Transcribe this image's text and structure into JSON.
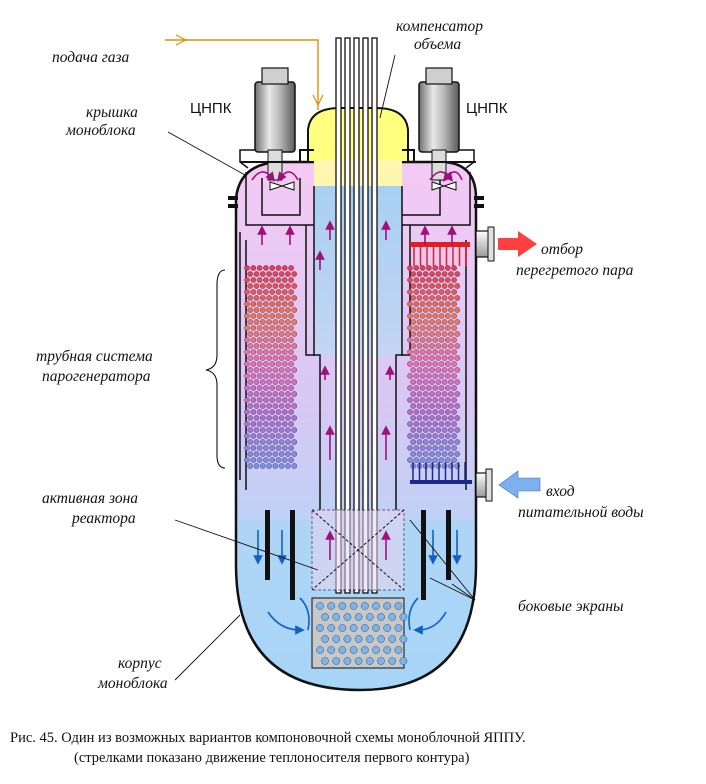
{
  "labels": {
    "gas_supply": "подача  газа",
    "volume_compensator_1": "компенсатор",
    "volume_compensator_2": "объема",
    "lid_1": "крышка",
    "lid_2": "моноблока",
    "pump_left": "ЦНПК",
    "pump_right": "ЦНПК",
    "steam_out_1": "отбор",
    "steam_out_2": "перегретого  пара",
    "sg_tubes_1": "трубная  система",
    "sg_tubes_2": "парогенератора",
    "core_1": "активная зона",
    "core_2": "реактора",
    "feedwater_1": "вход",
    "feedwater_2": "питательной  воды",
    "side_screens": "боковые  экраны",
    "vessel_1": "корпус",
    "vessel_2": "моноблока"
  },
  "caption": {
    "line1": "Рис. 45. Один из возможных вариантов компоновочной схемы моноблочной ЯППУ.",
    "line2": "(стрелками показано движение теплоносителя первого контура)"
  },
  "colors": {
    "steam_region": "#f4c8f4",
    "water_top": "#cfe0f7",
    "water_bottom": "#9fd2f5",
    "compensator": "#ffff80",
    "steam_arrow": "#ff4040",
    "water_arrow": "#7fb0ee",
    "flow_arrow_up": "#a0107a",
    "flow_arrow_down": "#1060c8"
  }
}
